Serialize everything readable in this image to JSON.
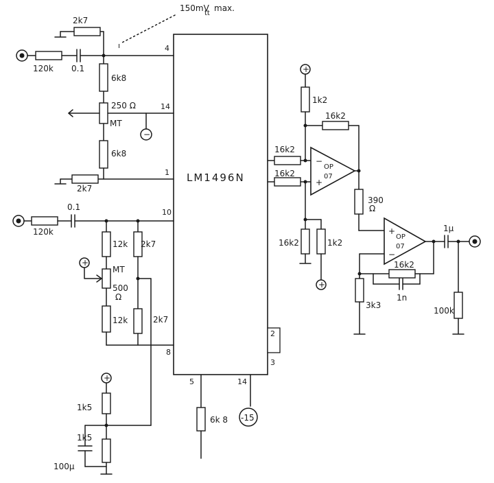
{
  "chip": {
    "name": "LM1496N"
  },
  "note": {
    "level": "150mV",
    "sub": "tt",
    "suffix": "max."
  },
  "pins": {
    "p4": "4",
    "p14a": "14",
    "p1": "1",
    "p10": "10",
    "p8": "8",
    "p5": "5",
    "p14b": "14",
    "p2": "2",
    "p3": "3"
  },
  "components": {
    "r_top_2k7": "2k7",
    "r_in1_120k": "120k",
    "c_in1_01": "0.1",
    "r_6k8_a": "6k8",
    "pot_250": "250 Ω",
    "pot_250_mt": "MT",
    "r_6k8_b": "6k8",
    "r_pin1_2k7": "2k7",
    "c_in2_01": "0.1",
    "r_in2_120k": "120k",
    "r_12k_a": "12k",
    "r_2k7_a": "2k7",
    "pot_500_mt": "MT",
    "pot_500": "500",
    "pot_500_unit": "Ω",
    "r_12k_b": "12k",
    "r_2k7_b": "2k7",
    "r_1k5_a": "1k5",
    "r_1k5_b": "1k5",
    "c_100u": "100μ",
    "r_pin5_6k8": "6k 8",
    "r_1k2_top": "1k2",
    "r_16k2_fb": "16k2",
    "r_16k2_in1": "16k2",
    "r_16k2_in2": "16k2",
    "r_16k2_gnd": "16k2",
    "r_1k2_bot": "1k2",
    "op1_l1": "OP",
    "op1_l2": "07",
    "op1_minus": "−",
    "op1_plus": "+",
    "r_390": "390",
    "r_390_unit": "Ω",
    "op2_l1": "OP",
    "op2_l2": "07",
    "op2_minus": "−",
    "op2_plus": "+",
    "r_16k2_fb2": "16k2",
    "c_1n": "1n",
    "r_3k3": "3k3",
    "c_out_1u": "1μ",
    "r_100k": "100k"
  },
  "supplies": {
    "plus": "+",
    "minus": "−",
    "neg15": "-15"
  }
}
